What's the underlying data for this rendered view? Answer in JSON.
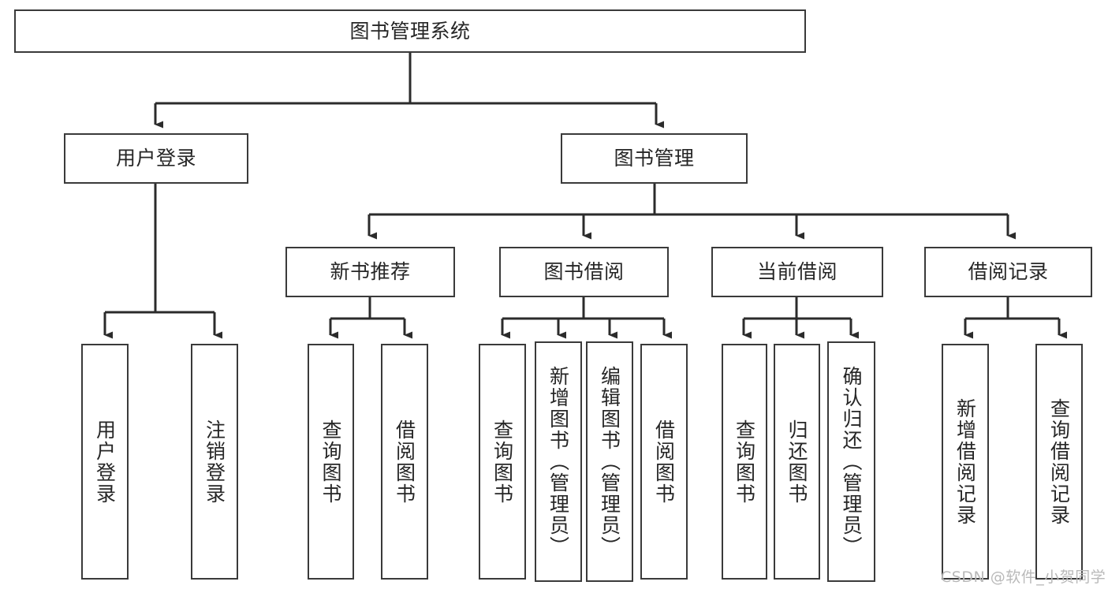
{
  "diagram": {
    "title": "图书管理系统",
    "type": "tree-hierarchy-diagram",
    "arrow_style": "solid-line-with-filled-arrowhead",
    "colors": {
      "box_border": "#3a3a3a",
      "box_fill": "#ffffff",
      "connector": "#2b2b2b",
      "text": "#262626",
      "watermark": "#b9b9b9",
      "background": "#ffffff"
    }
  },
  "root": {
    "label": "图书管理系统"
  },
  "level2": [
    {
      "label": "用户登录"
    },
    {
      "label": "图书管理"
    }
  ],
  "level3": [
    {
      "label": "新书推荐"
    },
    {
      "label": "图书借阅"
    },
    {
      "label": "当前借阅"
    },
    {
      "label": "借阅记录"
    }
  ],
  "leaves": {
    "user_login": [
      {
        "label": "用户登录"
      },
      {
        "label": "注销登录"
      }
    ],
    "new_book_recommend": [
      {
        "label": "查询图书"
      },
      {
        "label": "借阅图书"
      }
    ],
    "book_borrow": [
      {
        "label": "查询图书"
      },
      {
        "label": "新增图书（管理员）"
      },
      {
        "label": "编辑图书（管理员）"
      },
      {
        "label": "借阅图书"
      }
    ],
    "current_borrow": [
      {
        "label": "查询图书"
      },
      {
        "label": "归还图书"
      },
      {
        "label": "确认归还（管理员）"
      }
    ],
    "borrow_record": [
      {
        "label": "新增借阅记录"
      },
      {
        "label": "查询借阅记录"
      }
    ]
  },
  "watermark": {
    "text": "CSDN @软件_小贺同学"
  }
}
